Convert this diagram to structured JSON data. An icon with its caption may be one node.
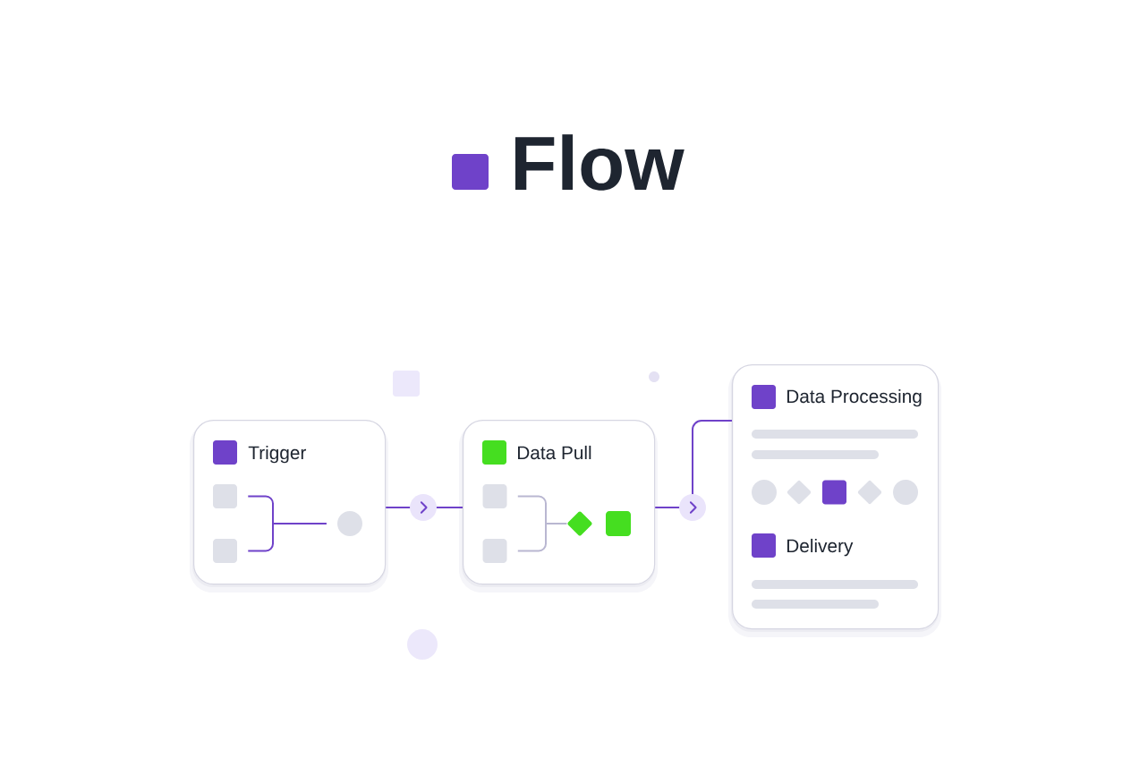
{
  "diagram": {
    "title": "Flow",
    "nodes": [
      {
        "text": [
          "Trigger"
        ]
      },
      {
        "text": [],
        "shape": "box",
        "in": 0
      },
      {
        "text": [],
        "shape": "box",
        "in": 0
      },
      {
        "text": [],
        "shape": "circle",
        "in": 0
      },
      {
        "text": [
          "Data Pull"
        ]
      },
      {
        "text": [],
        "shape": "box",
        "in": 4
      },
      {
        "text": [],
        "shape": "box",
        "in": 4
      },
      {
        "text": [],
        "shape": "diamond",
        "in": 4
      },
      {
        "text": [],
        "shape": "box",
        "in": 4
      },
      {
        "text": [
          "Data Processing",
          "Delivery"
        ]
      }
    ],
    "edges": [
      {
        "from": 0,
        "to": 4,
        "arrow": "to"
      },
      {
        "from": 4,
        "to": 9,
        "arrow": "to"
      },
      {
        "from": 1,
        "to": 3,
        "arrow": "none"
      },
      {
        "from": 2,
        "to": 3,
        "arrow": "none"
      },
      {
        "from": 5,
        "to": 7,
        "arrow": "none",
        "color": "#b9b7d1"
      },
      {
        "from": 6,
        "to": 7,
        "arrow": "none",
        "color": "#b9b7d1"
      }
    ]
  }
}
